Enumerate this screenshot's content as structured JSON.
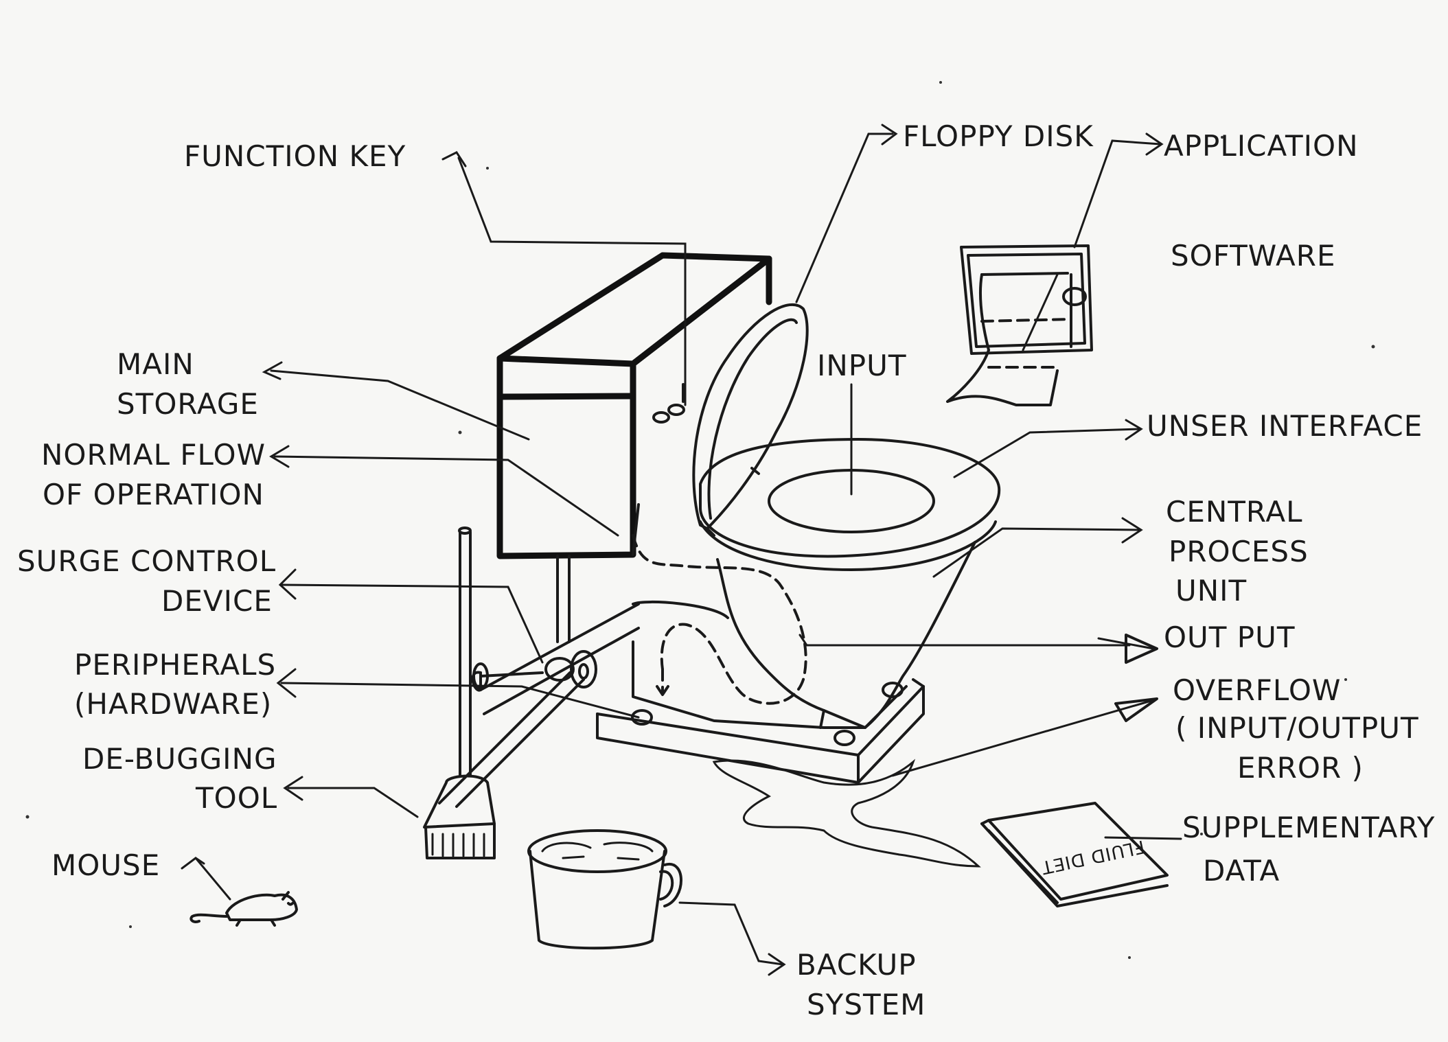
{
  "labels": {
    "function_key": "FUNCTION KEY",
    "floppy_disk": "FLOPPY DISK",
    "application": "APPLICATION",
    "software": "SOFTWARE",
    "main_storage_1": "MAIN",
    "main_storage_2": "STORAGE",
    "input": "INPUT",
    "user_interface": "UNSER INTERFACE",
    "normal_flow_1": "NORMAL FLOW",
    "normal_flow_2": "OF OPERATION",
    "cpu_1": "CENTRAL",
    "cpu_2": "PROCESS",
    "cpu_3": "UNIT",
    "surge_1": "SURGE CONTROL",
    "surge_2": "DEVICE",
    "output": "OUT PUT",
    "peripherals_1": "PERIPHERALS",
    "peripherals_2": "(HARDWARE)",
    "overflow_1": "OVERFLOW",
    "overflow_2": "( INPUT/OUTPUT",
    "overflow_3": "ERROR )",
    "debug_1": "DE-BUGGING",
    "debug_2": "TOOL",
    "mouse": "MOUSE",
    "supplementary_1": "SUPPLEMENTARY",
    "supplementary_2": "DATA",
    "backup_1": "BACKUP",
    "backup_2": "SYSTEM",
    "book_title": "FLUID DIET"
  }
}
